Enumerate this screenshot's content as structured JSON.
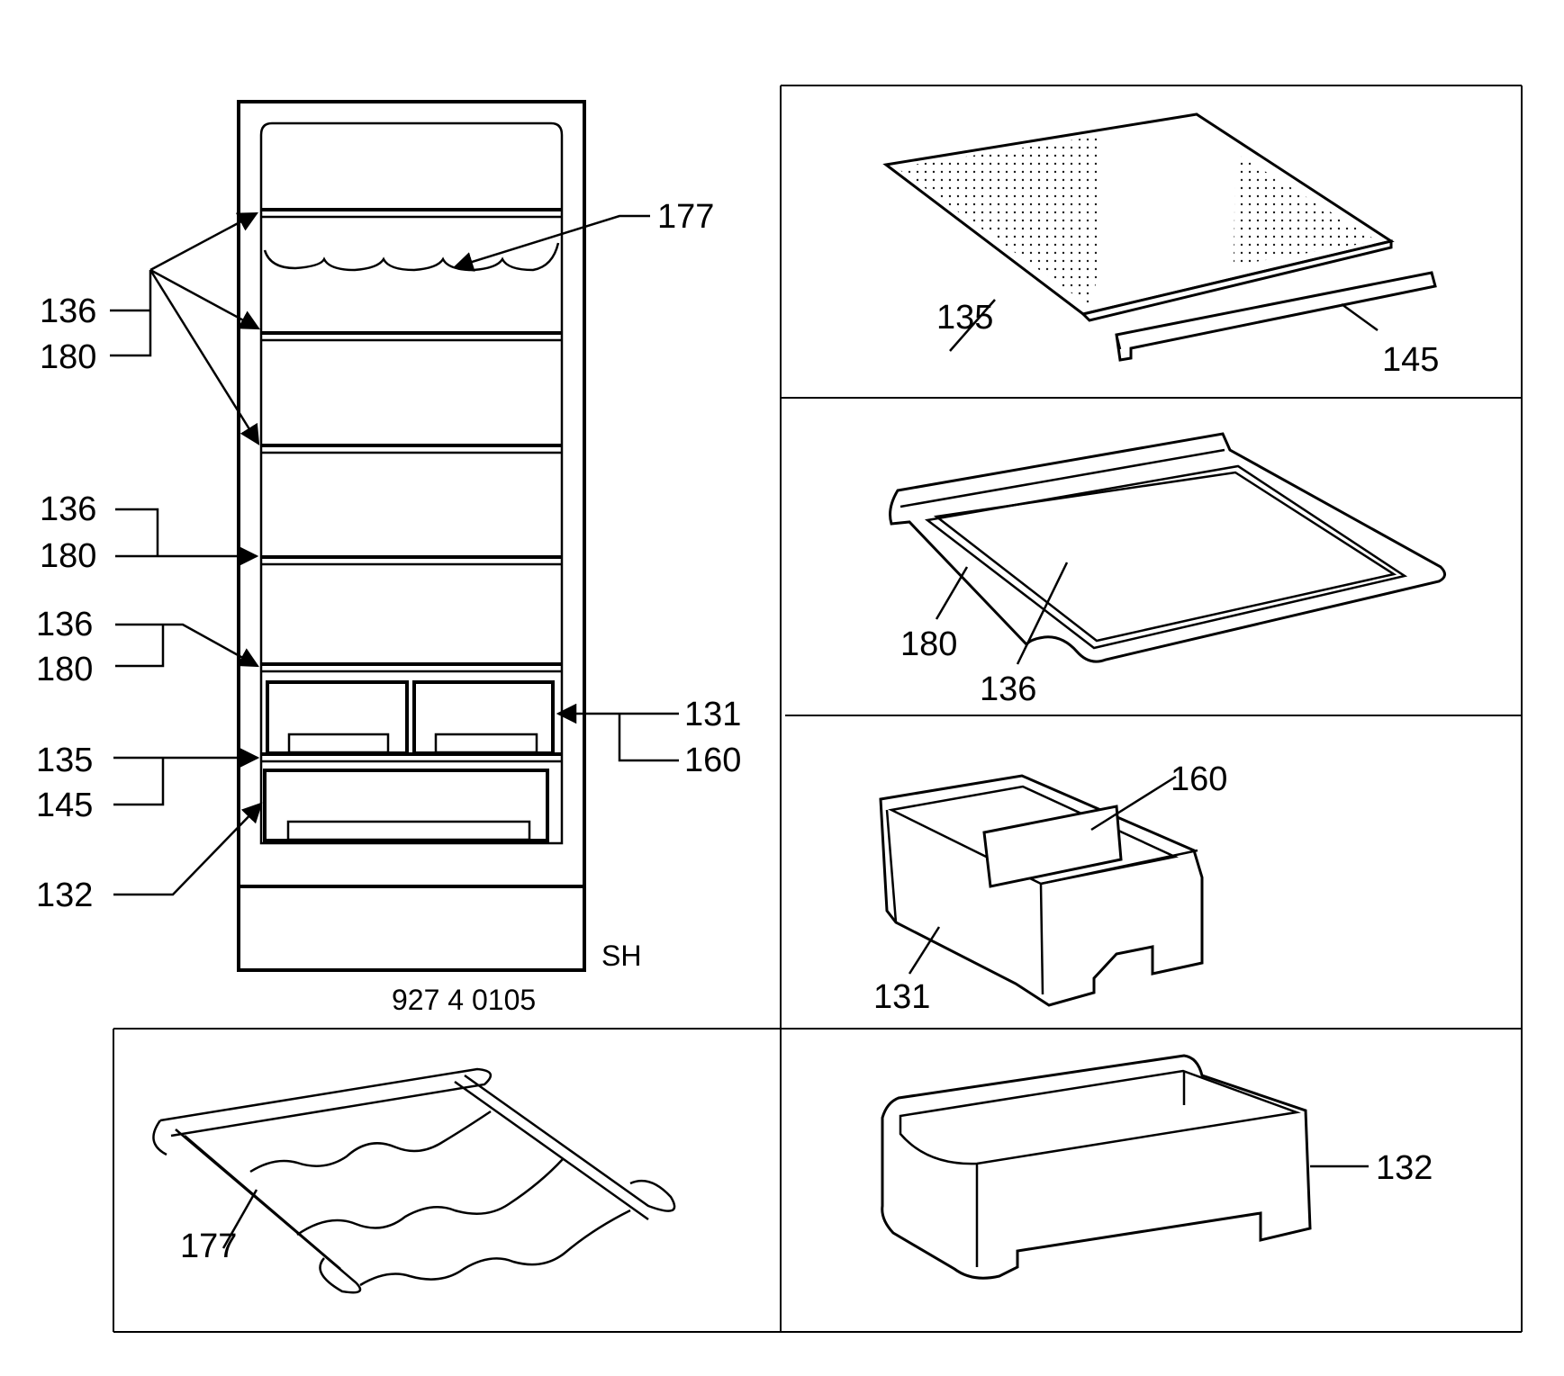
{
  "fridge": {
    "labels": {
      "l136a": "136",
      "l180a": "180",
      "l136b": "136",
      "l180b": "180",
      "l136c": "136",
      "l180c": "180",
      "l135": "135",
      "l145": "145",
      "l132": "132",
      "l177": "177",
      "l131": "131",
      "l160": "160"
    },
    "model_code": "SH",
    "drawing_number": "927 4 0105"
  },
  "parts": {
    "glass_shelf": {
      "label_135": "135",
      "label_145": "145"
    },
    "framed_shelf": {
      "label_180": "180",
      "label_136": "136"
    },
    "crisper": {
      "label_160": "160",
      "label_131": "131"
    },
    "bottle_rack": {
      "label_177": "177"
    },
    "large_drawer": {
      "label_132": "132"
    }
  }
}
